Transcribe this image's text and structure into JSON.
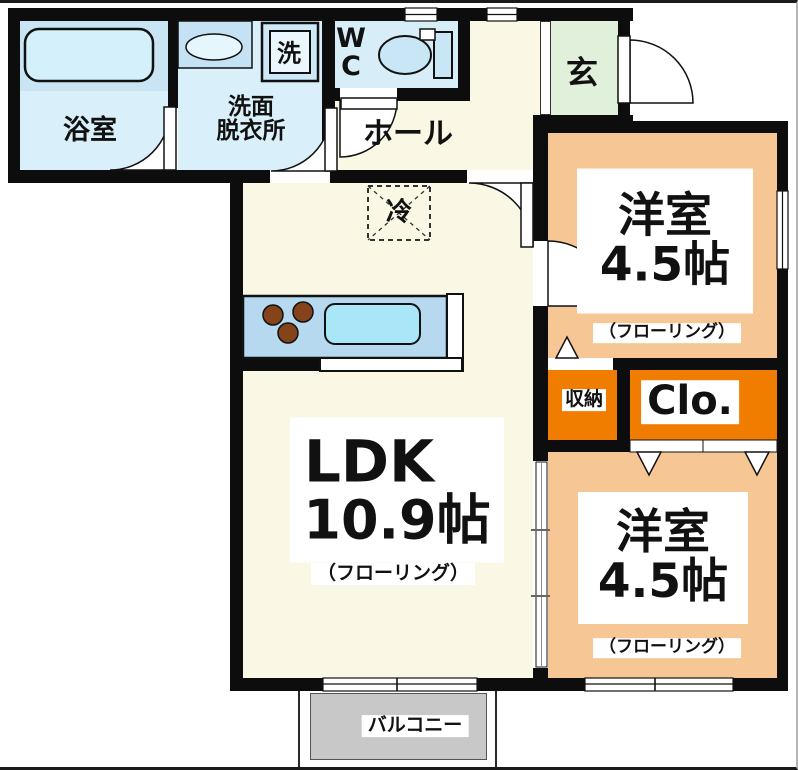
{
  "title": "2DK apartment floor plan",
  "rooms": {
    "bathroom": {
      "label": "浴室"
    },
    "washroom": {
      "line1": "洗面",
      "line2": "脱衣所"
    },
    "laundry": {
      "label": "洗"
    },
    "wc": {
      "line1": "W",
      "line2": "C"
    },
    "hall": {
      "label": "ホール"
    },
    "entrance": {
      "label": "玄"
    },
    "refrigerator": {
      "label": "冷"
    },
    "ldk": {
      "name": "LDK",
      "size": "10.9帖",
      "flooring": "（フローリング）"
    },
    "western_room_top": {
      "name": "洋室",
      "size": "4.5帖",
      "flooring": "（フローリング）"
    },
    "western_room_bottom": {
      "name": "洋室",
      "size": "4.5帖",
      "flooring": "（フローリング）"
    },
    "storage": {
      "label": "収納"
    },
    "closet": {
      "label": "Clo."
    },
    "balcony": {
      "label": "バルコニー"
    }
  },
  "colors": {
    "wall": "#0d0d0d",
    "ldk_floor": "#FAF7E4",
    "western_room_floor": "#F6C795",
    "closet_fill": "#F07D00",
    "entrance_fill": "#E0F0DB",
    "wet_area_fill": "#D9EFFA",
    "bath_upper_fill": "#C9E5F4",
    "kitchen_counter": "#B6D9EF",
    "balcony_fill": "#C8C8C8"
  }
}
